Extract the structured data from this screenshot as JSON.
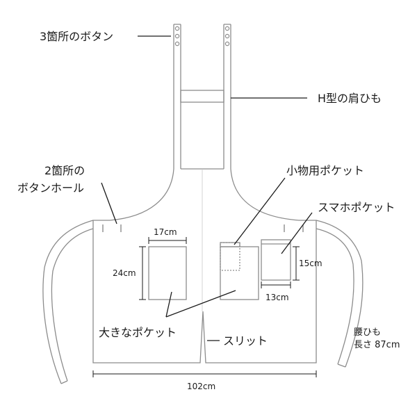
{
  "labels": {
    "buttons3": "3箇所のボタン",
    "h_strap": "H型の肩ひも",
    "buttonhole_l1": "2箇所の",
    "buttonhole_l2": "ボタンホール",
    "small_pocket": "小物用ポケット",
    "phone_pocket": "スマホポケット",
    "big_pocket": "大きなポケット",
    "slit": "スリット",
    "waist_l1": "腰ひも",
    "waist_l2": "長さ 87cm"
  },
  "dimensions": {
    "big_pocket_width": "17cm",
    "big_pocket_height": "24cm",
    "phone_pocket_width": "13cm",
    "phone_pocket_height": "15cm",
    "apron_width": "102cm"
  },
  "colors": {
    "outline": "#888888",
    "leader": "#1a1a1a",
    "text": "#1a1a1a"
  }
}
